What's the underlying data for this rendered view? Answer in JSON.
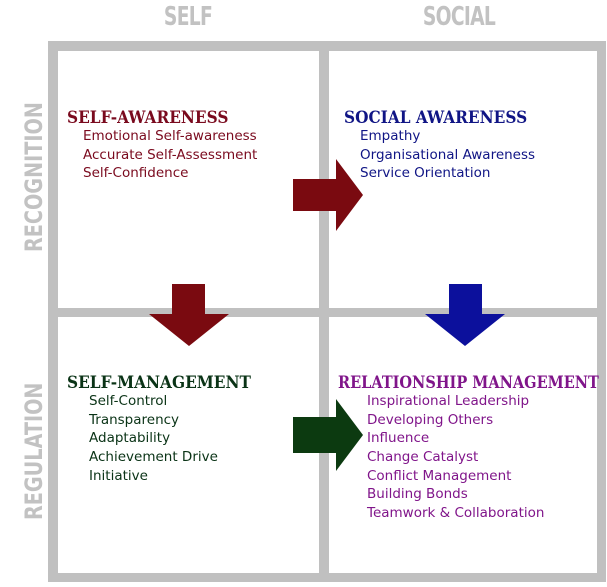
{
  "columns": {
    "self": "SELF",
    "social": "SOCIAL"
  },
  "rows": {
    "recognition": "RECOGNITION",
    "regulation": "REGULATION"
  },
  "quadrants": {
    "self_awareness": {
      "title": "SELF-AWARENESS",
      "color": "#7a0a1e",
      "items": [
        "Emotional Self-awareness",
        "Accurate Self-Assessment",
        "Self-Confidence"
      ]
    },
    "social_awareness": {
      "title": "SOCIAL AWARENESS",
      "color": "#101585",
      "items": [
        "Empathy",
        "Organisational Awareness",
        "Service Orientation"
      ]
    },
    "self_management": {
      "title": "SELF-MANAGEMENT",
      "color": "#0a3316",
      "items": [
        "Self-Control",
        "Transparency",
        "Adaptability",
        "Achievement Drive",
        "Initiative"
      ]
    },
    "relationship_management": {
      "title": "RELATIONSHIP MANAGEMENT",
      "color": "#80158a",
      "items": [
        "Inspirational Leadership",
        "Developing Others",
        "Influence",
        "Change Catalyst",
        "Conflict Management",
        "Building Bonds",
        "Teamwork & Collaboration"
      ]
    }
  },
  "colors": {
    "grid": "#c0c0c0",
    "header_text": "#c2c2c2",
    "arrow_red": "#7a0a10",
    "arrow_blue": "#0c109c",
    "arrow_green": "#0c3a10"
  }
}
